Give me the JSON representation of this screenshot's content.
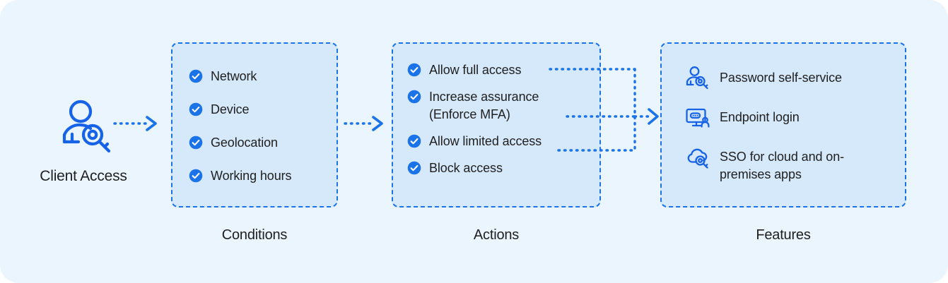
{
  "theme": {
    "page_background": "#eaf5fd",
    "box_fill": "#d6e9fa",
    "accent_blue": "#1a73e8",
    "text_color": "#1f1f1f"
  },
  "source": {
    "icon": "client-access-person-search-icon",
    "label": "Client Access"
  },
  "stages": {
    "conditions": {
      "caption": "Conditions",
      "items": [
        {
          "icon": "check-circle-icon",
          "label": "Network"
        },
        {
          "icon": "check-circle-icon",
          "label": "Device"
        },
        {
          "icon": "check-circle-icon",
          "label": "Geolocation"
        },
        {
          "icon": "check-circle-icon",
          "label": "Working hours"
        }
      ]
    },
    "actions": {
      "caption": "Actions",
      "items": [
        {
          "icon": "check-circle-icon",
          "label": "Allow full access"
        },
        {
          "icon": "check-circle-icon",
          "label": "Increase assurance\n(Enforce MFA)"
        },
        {
          "icon": "check-circle-icon",
          "label": "Allow limited access"
        },
        {
          "icon": "check-circle-icon",
          "label": "Block access"
        }
      ]
    },
    "features": {
      "caption": "Features",
      "items": [
        {
          "icon": "person-search-icon",
          "label": "Password self-service"
        },
        {
          "icon": "monitor-login-icon",
          "label": "Endpoint login"
        },
        {
          "icon": "cloud-search-icon",
          "label": "SSO for cloud and on-premises apps"
        }
      ]
    }
  },
  "connectors": [
    {
      "name": "client-access-to-conditions",
      "style": "dotted-arrow-right"
    },
    {
      "name": "conditions-to-actions",
      "style": "dotted-arrow-right"
    },
    {
      "name": "actions-to-features",
      "style": "dotted-bus-arrow-right"
    }
  ]
}
